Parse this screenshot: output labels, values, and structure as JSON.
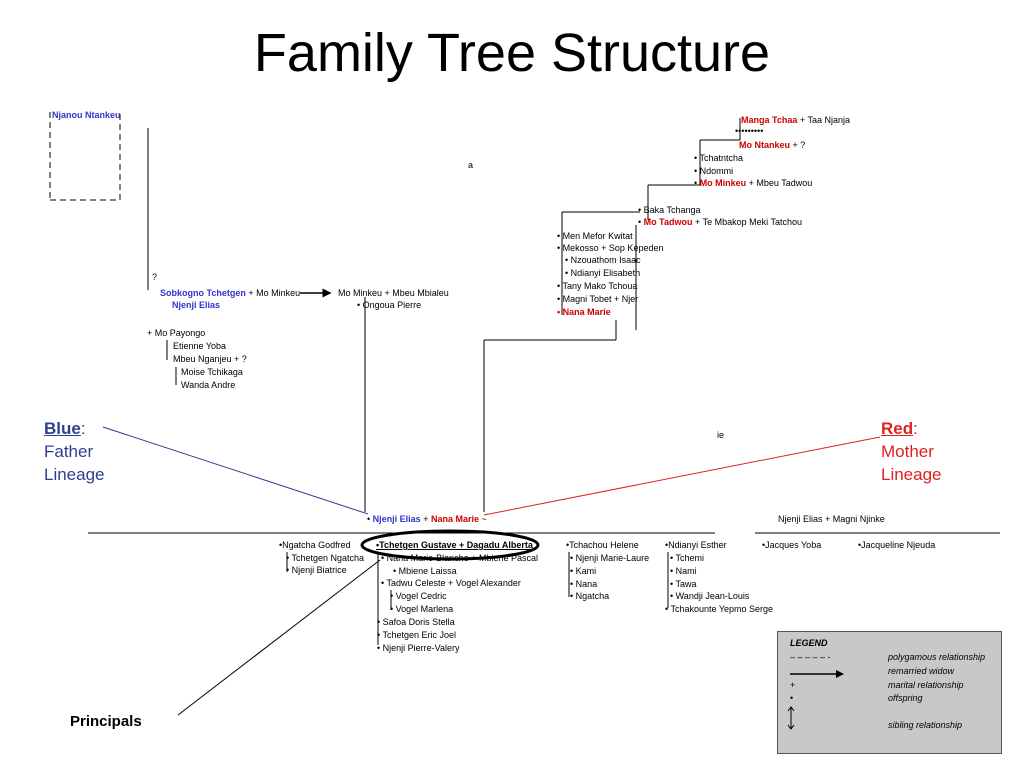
{
  "title": "Family Tree Structure",
  "father_side": {
    "top": "Njanou Ntankeu",
    "question": "?",
    "sobkogno": "Sobkogno Tchetgen",
    "sobkogno_spouse": " + Mo Minkeu",
    "mo_minkeu_mbialeu": "Mo Minkeu + Mbeu Mbialeu",
    "ongoua": "• Ongoua Pierre",
    "njenji_elias": "Njenji Elias",
    "mo_payongo": "+ Mo Payongo",
    "etienne": "Etienne Yoba",
    "mbeu": "Mbeu Nganjeu + ?",
    "moise": "Moise Tchikaga",
    "wanda": "Wanda Andre"
  },
  "mother_side": {
    "manga": "Manga Tchaa",
    "manga_spouse": " + Taa Njanja",
    "dots": "•••••••••",
    "mo_ntankeu": "Mo Ntankeu",
    "mo_ntankeu_spouse": " + ?",
    "tchatntcha": "• Tchatntcha",
    "ndommi": "• Ndommi",
    "mo_minkeu": "Mo Minkeu",
    "mo_minkeu_spouse": " + Mbeu Tadwou",
    "baka": "• Baka Tchanga",
    "mo_tadwou": "Mo Tadwou",
    "mo_tadwou_spouse": " + Te Mbakop Meki Tatchou",
    "men_mefor": "• Men Mefor Kwitat",
    "mekosso": "• Mekosso + Sop Kepeden",
    "nzouathom": "• Nzouathom Isaac",
    "ndianyi_e": "• Ndianyi Elisabeth",
    "tany": "• Tany Mako Tchoua",
    "magni": "• Magni Tobet + Njer",
    "nana_marie": "Nana Marie",
    "stray1": "a",
    "stray2": "ie"
  },
  "side_labels": {
    "blue_head": "Blue",
    "blue_colon": ":",
    "blue_line1": "Father",
    "blue_line2": "Lineage",
    "red_head": "Red",
    "red_colon": ":",
    "red_line1": "Mother",
    "red_line2": "Lineage"
  },
  "couple": {
    "bullet": "• ",
    "husband": "Njenji Elias",
    "plus": " + ",
    "wife": "Nana Marie",
    "tilde": " ~"
  },
  "second_marriage": "Njenji Elias + Magni Njinke",
  "children": {
    "ngatcha_godfred": "•Ngatcha Godfred",
    "tchetgen_ngatcha": "• Tchetgen Ngatcha",
    "njenji_biatrice": "• Njenji Biatrice",
    "tchetgen_gustave": "•Tchetgen Gustave + Dagadu Alberta",
    "nana_marie_blanche": "• Nana Marie-Blanche + Mbiene Pascal",
    "mbiene_laissa": "• Mbiene Laissa",
    "tadwu_celeste": "• Tadwu Celeste + Vogel Alexander",
    "vogel_cedric": "• Vogel Cedric",
    "vogel_marlena": "• Vogel Marlena",
    "safoa": "• Safoa Doris Stella",
    "tchetgen_eric": "• Tchetgen Eric Joel",
    "njenji_pierre": "• Njenji Pierre-Valery",
    "tchachou_helene": "•Tchachou Helene",
    "njenji_marie_laure": "• Njenji Marie-Laure",
    "kami": "• Kami",
    "nana": "• Nana",
    "ngatcha": "• Ngatcha",
    "ndianyi_esther": "•Ndianyi Esther",
    "tchemi": "• Tchemi",
    "nami": "• Nami",
    "tawa": "• Tawa",
    "wandji": "• Wandji Jean-Louis",
    "tchakounte": "• Tchakounte Yepmo Serge",
    "jacques": "•Jacques Yoba",
    "jacqueline": "•Jacqueline Njeuda"
  },
  "principals_label": "Principals",
  "legend": {
    "title": "LEGEND",
    "items": [
      {
        "symbol": "– – – – – -",
        "label": "polygamous relationship"
      },
      {
        "symbol": "arrow",
        "label": "remarried widow"
      },
      {
        "symbol": "+",
        "label": "marital relationship"
      },
      {
        "symbol": "•",
        "label": "offspring"
      },
      {
        "symbol": "sibling-arrow",
        "label": "sibling relationship"
      }
    ]
  },
  "colors": {
    "father": "#3333cc",
    "mother": "#cc0000",
    "legend_bg": "#c8c8c8"
  }
}
